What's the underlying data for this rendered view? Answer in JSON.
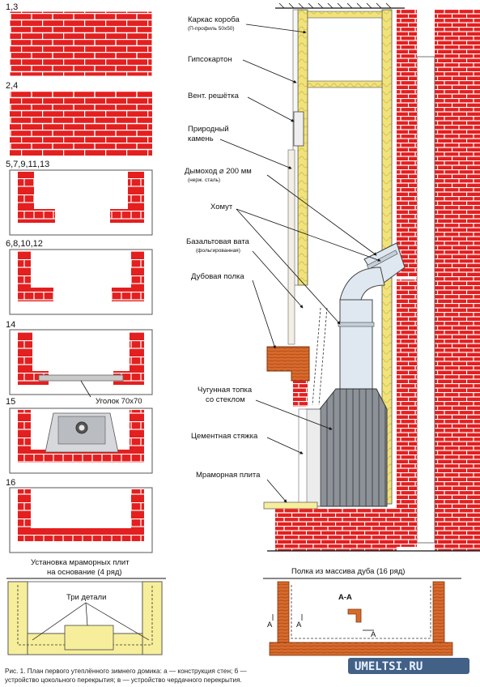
{
  "colors": {
    "brick": "#e41f1f",
    "mortar": "#ffffff",
    "insulation": "#f1e27a",
    "oak": "#d86a2c",
    "steel": "#dfe8f0",
    "cast_iron": "#8d9298",
    "yellow_plate": "#f7ee9c",
    "gray_plate": "#c9c9c9"
  },
  "plan_rows": {
    "row_1_3": "1,3",
    "row_2_4": "2,4",
    "row_5_13": "5,7,9,11,13",
    "row_6_12": "6,8,10,12",
    "row_14": "14",
    "row_15": "15",
    "row_16": "16"
  },
  "angle_label": "Уголок 70х70",
  "callouts": {
    "frame": "Каркас короба",
    "frame_sub": "(П-профиль 50х50)",
    "drywall": "Гипсокартон",
    "vent": "Вент. решётка",
    "stone_1": "Природный",
    "stone_2": "камень",
    "chimney": "Дымоход ⌀ 200 мм",
    "chimney_sub": "(нерж. сталь)",
    "clamp": "Хомут",
    "basalt": "Базальтовая вата",
    "basalt_sub": "(фольгированная)",
    "shelf": "Дубовая полка",
    "firebox_1": "Чугунная топка",
    "firebox_2": "со стеклом",
    "screed": "Цементная стяжка",
    "marble": "Мраморная плита"
  },
  "marble_plan": {
    "title_1": "Установка мраморных плит",
    "title_2": "на основание (4 ряд)",
    "parts": "Три детали"
  },
  "oak_plan": {
    "title": "Полка из массива дуба (16 ряд)",
    "section": "А-А",
    "mark": "А"
  },
  "caption_1": "Рис. 1. План первого утеплённого зимнего домика: а — конструкция стен; б —",
  "caption_2": "устройство цокольного перекрытия; в — устройство чердачного перекрытия.",
  "watermark": "UMELTSI.RU"
}
